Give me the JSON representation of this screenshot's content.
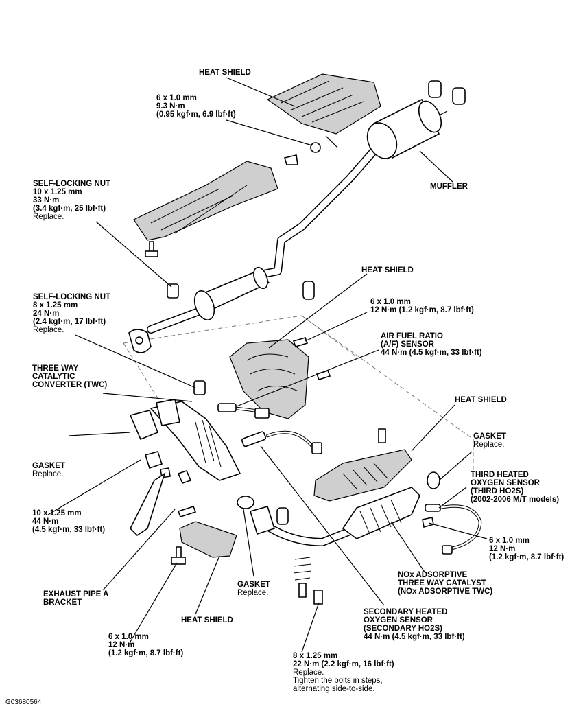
{
  "labels": {
    "heat_shield_top": [
      "HEAT SHIELD"
    ],
    "bolt_top": [
      "6 x 1.0 mm",
      "9.3 N·m",
      "(0.95 kgf·m, 6.9 lbf·ft)"
    ],
    "muffler": [
      "MUFFLER"
    ],
    "self_locking_nut_1": [
      "SELF-LOCKING NUT",
      "10 x 1.25 mm",
      "33 N·m",
      "(3.4 kgf·m, 25 lbf·ft)",
      "Replace."
    ],
    "self_locking_nut_2": [
      "SELF-LOCKING NUT",
      "8 x 1.25 mm",
      "24 N·m",
      "(2.4 kgf·m, 17 lbf·ft)",
      "Replace."
    ],
    "heat_shield_mid": [
      "HEAT SHIELD"
    ],
    "bolt_mid": [
      "6 x 1.0 mm",
      "12 N·m (1.2 kgf·m, 8.7 lbf·ft)"
    ],
    "af_sensor": [
      "AIR FUEL RATIO",
      "(A/F) SENSOR",
      "44 N·m (4.5 kgf·m, 33 lbf·ft)"
    ],
    "twc": [
      "THREE WAY",
      "CATALYTIC",
      "CONVERTER (TWC)"
    ],
    "heat_shield_right": [
      "HEAT SHIELD"
    ],
    "gasket_right": [
      "GASKET",
      "Replace."
    ],
    "gasket_left": [
      "GASKET",
      "Replace."
    ],
    "third_ho2s": [
      "THIRD HEATED",
      "OXYGEN SENSOR",
      "(THIRD HO2S)",
      "(2002-2006 M/T models)"
    ],
    "bolt_left": [
      "10 x 1.25 mm",
      "44 N·m",
      "(4.5 kgf·m, 33 lbf·ft)"
    ],
    "bolt_right": [
      "6 x 1.0 mm",
      "12 N·m",
      "(1.2 kgf·m, 8.7 lbf·ft)"
    ],
    "nox_catalyst": [
      "NOx ADSORPTIVE",
      "THREE WAY CATALYST",
      "(NOx ADSORPTIVE TWC)"
    ],
    "exhaust_bracket": [
      "EXHAUST PIPE A",
      "BRACKET"
    ],
    "gasket_center": [
      "GASKET",
      "Replace."
    ],
    "heat_shield_bottom": [
      "HEAT SHIELD"
    ],
    "secondary_ho2s": [
      "SECONDARY HEATED",
      "OXYGEN SENSOR",
      "(SECONDARY HO2S)",
      "44 N·m (4.5 kgf·m,  33 lbf·ft)"
    ],
    "bolt_bottom_left": [
      "6 x 1.0 mm",
      "12 N·m",
      "(1.2 kgf·m, 8.7 lbf·ft)"
    ],
    "bolt_bottom_center": [
      "8 x 1.25 mm",
      "22 N·m (2.2 kgf·m, 16 lbf·ft)",
      "Replace.",
      "Tighten the bolts in steps,",
      "alternating side-to-side."
    ]
  },
  "figure_code": "G03680564"
}
